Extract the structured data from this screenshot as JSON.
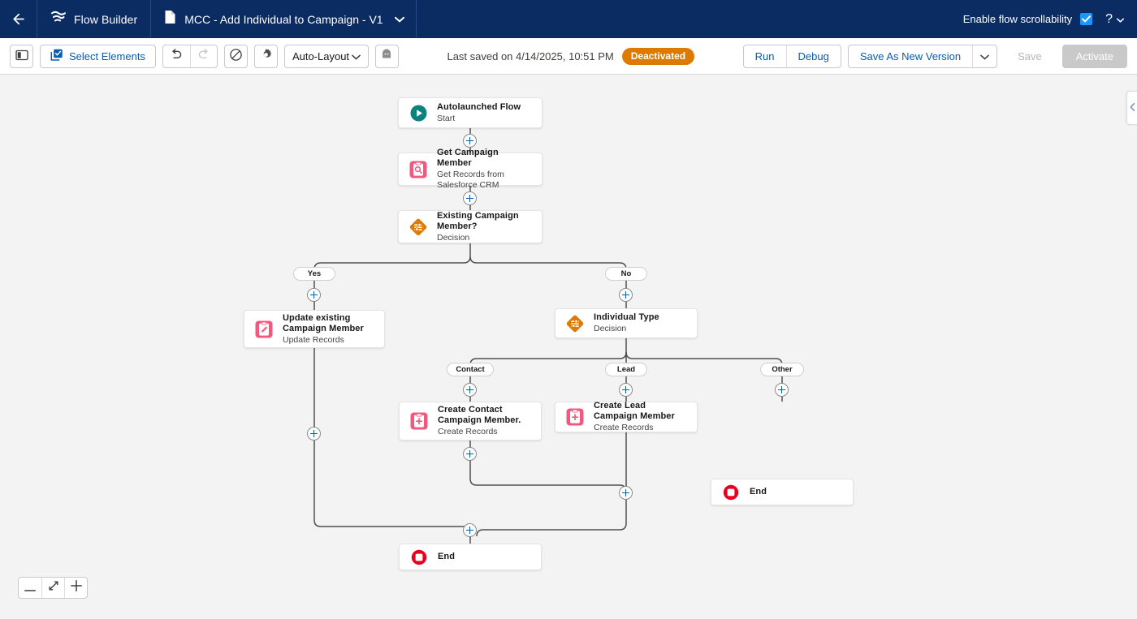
{
  "header": {
    "back_icon": "arrow-left-icon",
    "app_icon": "flow-builder-icon",
    "app_label": "Flow Builder",
    "doc_icon": "document-icon",
    "doc_label": "MCC - Add Individual to Campaign - V1",
    "doc_caret": "chevron-down-icon",
    "scrollability_label": "Enable flow scrollability",
    "scrollability_checked": true,
    "help_label": "?",
    "help_caret": "chevron-down-icon",
    "background": "#0b2c63"
  },
  "toolbar": {
    "panel_toggle_icon": "side-panel-toggle-icon",
    "select_elements_icon": "select-elements-icon",
    "select_elements_label": "Select Elements",
    "undo_icon": "undo-icon",
    "redo_icon": "redo-icon",
    "no_changes_icon": "prohibited-icon",
    "settings_icon": "gear-icon",
    "layout_label": "Auto-Layout",
    "layout_caret": "chevron-down-icon",
    "paste_icon": "paste-icon",
    "last_saved": "Last saved on 4/14/2025, 10:51 PM",
    "status_badge": "Deactivated",
    "status_badge_color": "#dd7a01",
    "run_label": "Run",
    "debug_label": "Debug",
    "save_as_new_version_label": "Save As New Version",
    "save_as_caret": "chevron-down-icon",
    "save_label": "Save",
    "save_disabled": true,
    "activate_label": "Activate",
    "activate_disabled": true
  },
  "canvas": {
    "background": "#f3f3f3",
    "connector_color": "#514f4d",
    "panel_tab_icon": "chevron-left-icon",
    "zoom_out_icon": "minus-icon",
    "zoom_fit_icon": "fit-to-screen-icon",
    "zoom_in_icon": "plus-icon"
  },
  "flow": {
    "nodes": [
      {
        "id": "start",
        "title": "Autolaunched Flow",
        "subtitle": "Start",
        "icon": "start-play-icon",
        "icon_color": "#0b827c"
      },
      {
        "id": "get-member",
        "title": "Get Campaign Member",
        "subtitle": "Get Records from Salesforce CRM",
        "icon": "get-records-icon",
        "icon_color": "#f5587f"
      },
      {
        "id": "decision-1",
        "title": "Existing Campaign Member?",
        "subtitle": "Decision",
        "icon": "decision-icon",
        "icon_color": "#dd7a01"
      },
      {
        "id": "update-member",
        "title": "Update existing Campaign Member",
        "subtitle": "Update Records",
        "icon": "update-records-icon",
        "icon_color": "#f5587f"
      },
      {
        "id": "decision-2",
        "title": "Individual Type",
        "subtitle": "Decision",
        "icon": "decision-icon",
        "icon_color": "#dd7a01"
      },
      {
        "id": "create-contact",
        "title": "Create Contact Campaign Member.",
        "subtitle": "Create Records",
        "icon": "create-records-icon",
        "icon_color": "#f5587f"
      },
      {
        "id": "create-lead",
        "title": "Create Lead Campaign Member",
        "subtitle": "Create Records",
        "icon": "create-records-icon",
        "icon_color": "#f5587f"
      },
      {
        "id": "end-other",
        "title": "End",
        "subtitle": "",
        "icon": "end-icon",
        "icon_color": "#ea001e"
      },
      {
        "id": "end-final",
        "title": "End",
        "subtitle": "",
        "icon": "end-icon",
        "icon_color": "#ea001e"
      }
    ],
    "branch_labels": [
      {
        "id": "yes",
        "label": "Yes"
      },
      {
        "id": "no",
        "label": "No"
      },
      {
        "id": "contact",
        "label": "Contact"
      },
      {
        "id": "lead",
        "label": "Lead"
      },
      {
        "id": "other",
        "label": "Other"
      }
    ],
    "add_buttons": 10
  }
}
